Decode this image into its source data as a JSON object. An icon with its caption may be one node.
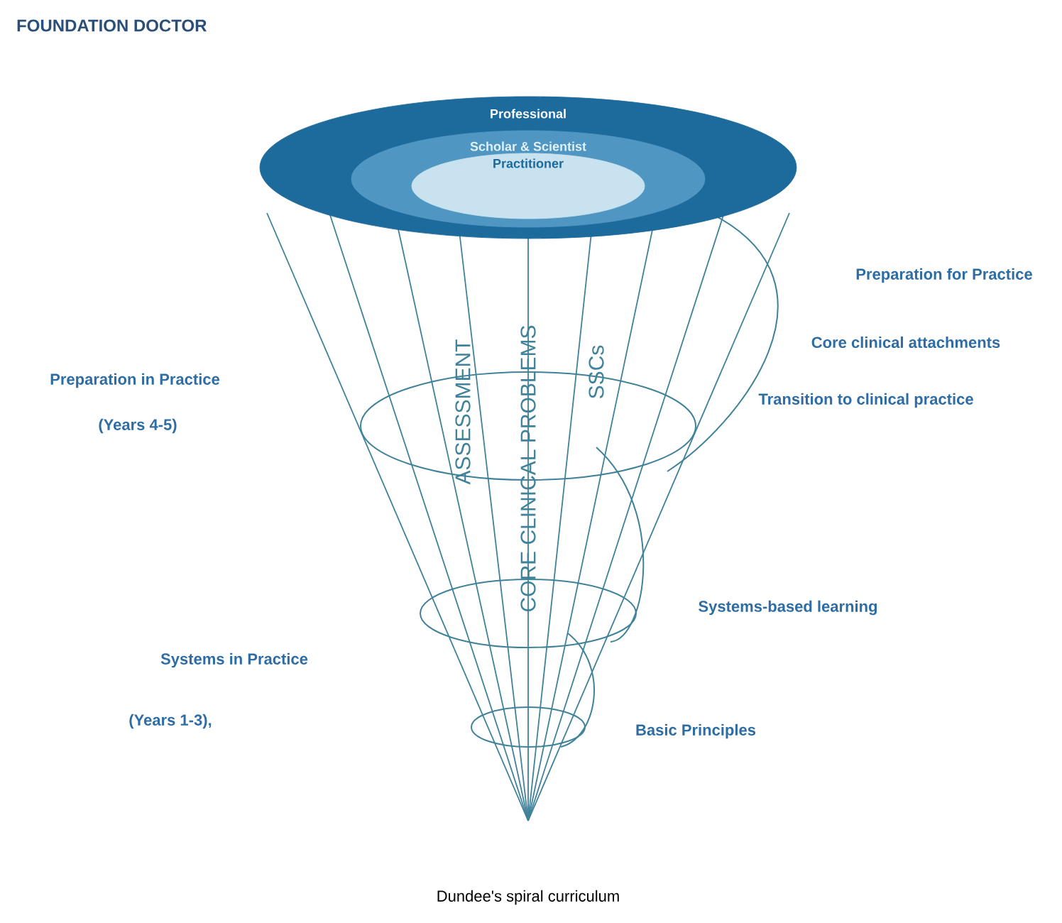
{
  "diagram": {
    "title": "FOUNDATION DOCTOR",
    "caption": "Dundee's spiral curriculum",
    "nodes": [
      {
        "text": [
          "Professional"
        ]
      },
      {
        "text": [
          "Scholar & Scientist"
        ],
        "in": 0
      },
      {
        "text": [
          "Practitioner"
        ],
        "in": 1
      }
    ],
    "labels": [
      "Preparation in Practice",
      "(Years 4-5)",
      "Systems in Practice",
      "(Years 1-3),",
      "Preparation for Practice",
      "Core clinical attachments",
      "Transition to clinical practice",
      "Systems-based learning",
      "Basic Principles",
      "ASSESSMENT",
      "CORE CLINICAL PROBLEMS",
      "SSCs"
    ]
  }
}
